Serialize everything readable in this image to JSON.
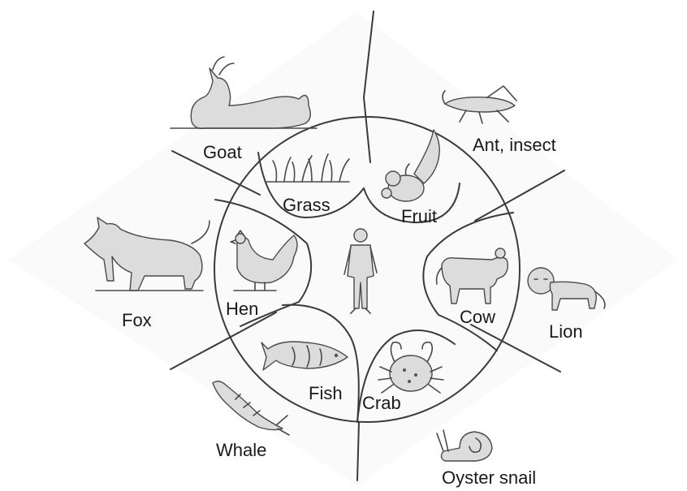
{
  "inner_ring": {
    "grass": "Grass",
    "fruit": "Fruit",
    "hen": "Hen",
    "cow": "Cow",
    "fish": "Fish",
    "crab": "Crab"
  },
  "outer_ring": {
    "goat": "Goat",
    "ant_insect": "Ant, insect",
    "fox": "Fox",
    "lion": "Lion",
    "whale": "Whale",
    "oyster_snail": "Oyster snail"
  }
}
